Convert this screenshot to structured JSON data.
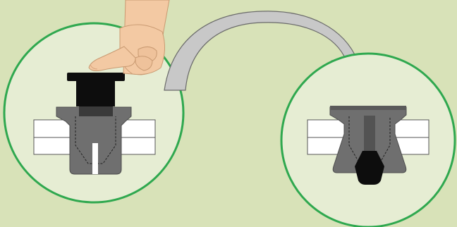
{
  "diagram": {
    "steps": [
      {
        "id": "before",
        "description_icon": "push-pin-press"
      },
      {
        "id": "after",
        "description_icon": "pin-expanded-fastener"
      }
    ],
    "colors": {
      "background": "#d8e2b8",
      "circle_fill": "#e6edd3",
      "circle_stroke": "#2fa84f",
      "panel": "#ffffff",
      "panel_stroke": "#555555",
      "grommet": "#6f6f6f",
      "grommet_dark": "#4d4d4d",
      "pin": "#0d0d0d",
      "arrow_fill": "#c8c8c8",
      "arrow_stroke": "#7a7a7a",
      "skin": "#f3c9a3",
      "skin_shadow": "#dba77f"
    },
    "icons": [
      "hand-icon",
      "curved-arrow-icon"
    ]
  }
}
